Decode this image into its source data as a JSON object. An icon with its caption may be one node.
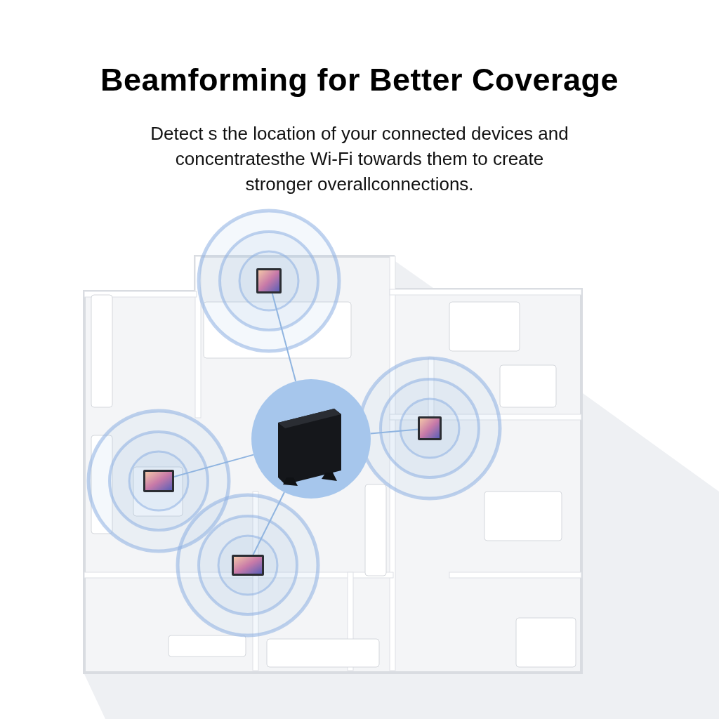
{
  "diagram": {
    "title": "Beamforming for Better Coverage",
    "caption": "Detect s the location of your connected devices and concentratesthe Wi-Fi towards them to create stronger overallconnections.",
    "nodes": [
      {
        "text": [],
        "shape": "picture"
      },
      {
        "text": [],
        "shape": "picture"
      },
      {
        "text": [],
        "shape": "picture"
      },
      {
        "text": [],
        "shape": "picture"
      },
      {
        "text": [],
        "shape": "picture"
      }
    ],
    "edges": [
      {
        "from": 1,
        "to": 0,
        "arrow": "none"
      },
      {
        "from": 1,
        "to": 2,
        "arrow": "none"
      },
      {
        "from": 1,
        "to": 3,
        "arrow": "none"
      },
      {
        "from": 1,
        "to": 4,
        "arrow": "none"
      }
    ]
  }
}
